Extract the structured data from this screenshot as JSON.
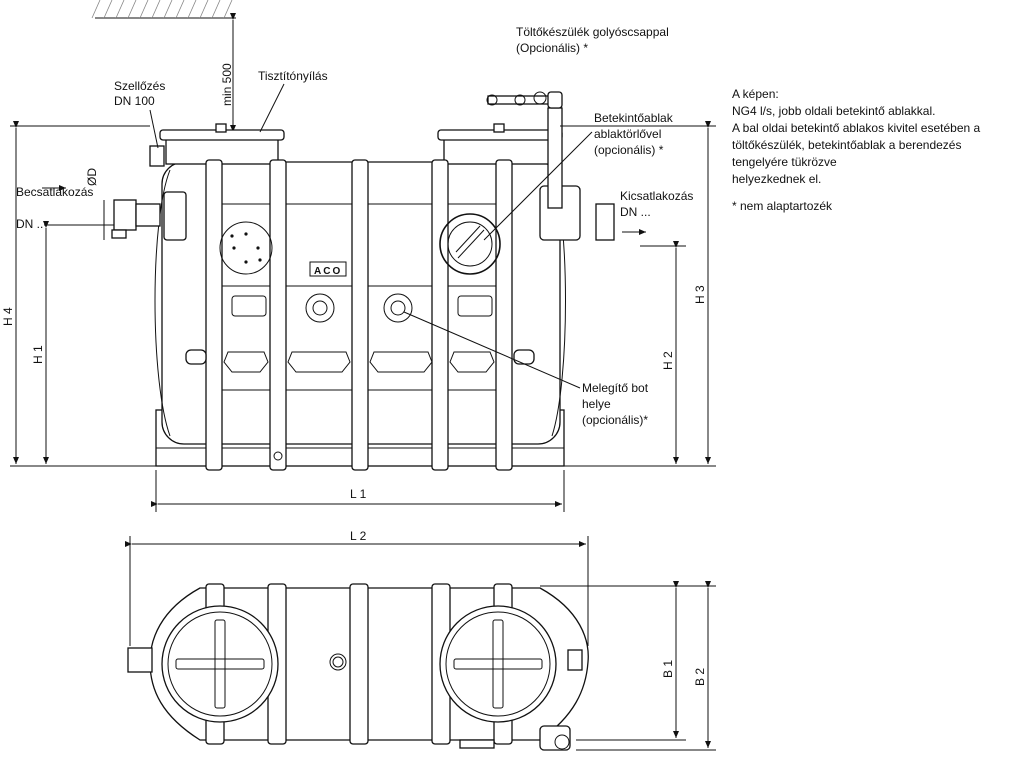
{
  "labels": {
    "ventilation_l1": "Szellőzés",
    "ventilation_l2": "DN 100",
    "min": "min 500",
    "cleaning_opening": "Tisztítónyílás",
    "filler_l1": "Töltőkészülék golyóscsappal",
    "filler_l2": "(Opcionális) *",
    "window_l1": "Betekintőablak",
    "window_l2": "ablaktörlővel",
    "window_l3": "(opcionális) *",
    "inlet_l1": "Becsatlakozás",
    "inlet_l2": "DN ..",
    "diameter": "ØD",
    "outlet_l1": "Kicsatlakozás",
    "outlet_l2": "DN ...",
    "heater_l1": "Melegítő bot",
    "heater_l2": "helye",
    "heater_l3": "(opcionális)*",
    "logo": "ACO",
    "dim_h1": "H 1",
    "dim_h2": "H 2",
    "dim_h3": "H 3",
    "dim_h4": "H 4",
    "dim_l1": "L 1",
    "dim_l2": "L 2",
    "dim_b1": "B 1",
    "dim_b2": "B 2"
  },
  "notes": {
    "heading": "A képen:",
    "line1": "NG4 l/s, jobb oldali betekintő ablakkal.",
    "line2": "A bal oldai betekintő ablakos kivitel esetében a",
    "line3": "töltőkészülék, betekintőablak a berendezés",
    "line4": "tengelyére tükrözve",
    "line5": "helyezkednek el.",
    "footnote": "* nem alaptartozék"
  }
}
